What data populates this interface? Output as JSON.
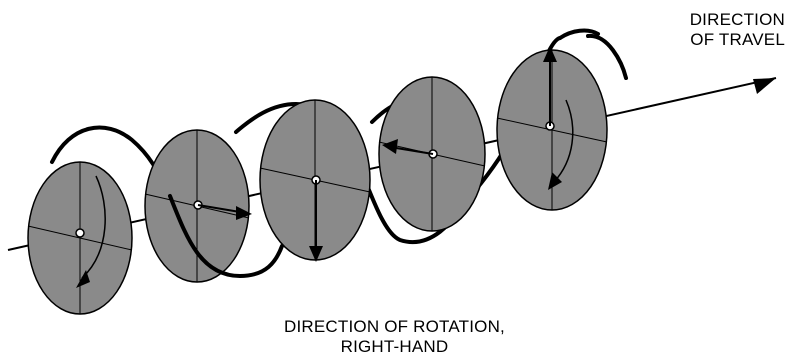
{
  "labels": {
    "direction_of_travel": [
      "DIRECTION",
      "OF TRAVEL"
    ],
    "direction_of_rotation": [
      "DIRECTION OF ROTATION,",
      "RIGHT-HAND"
    ]
  },
  "colors": {
    "disk_fill": "#8a8a8a",
    "stroke": "#000000",
    "background": "#ffffff"
  },
  "icons": {
    "arrowhead": "filled-triangle",
    "axis": "straight-line-arrow"
  }
}
